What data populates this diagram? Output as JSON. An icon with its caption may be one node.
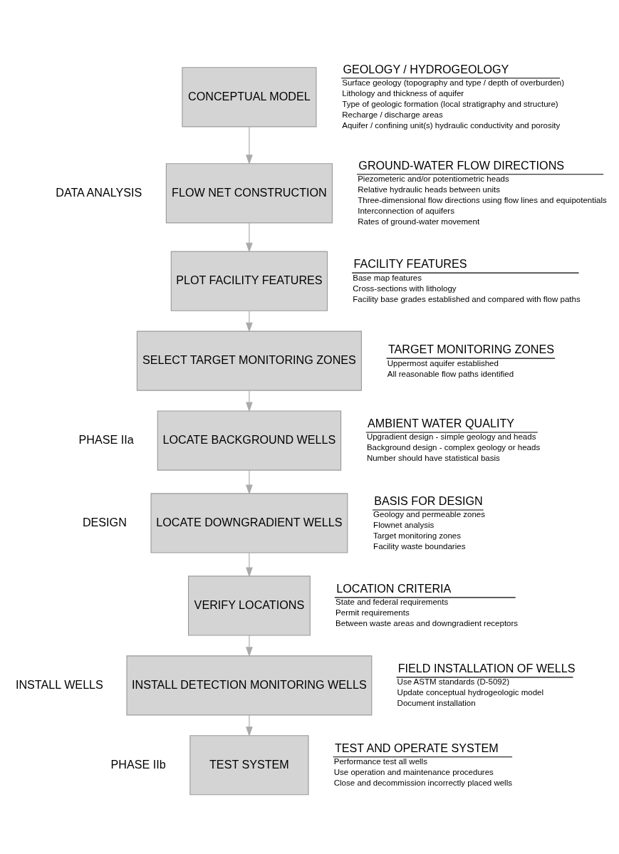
{
  "diagram": {
    "nodes": [
      {
        "text": [
          "CONCEPTUAL MODEL"
        ],
        "beside": [
          "GEOLOGY / HYDROGEOLOGY",
          "Surface geology (topography and type / depth of overburden)",
          "Lithology and thickness of aquifer",
          "Type of geologic formation (local stratigraphy and structure)",
          "Recharge / discharge areas",
          "Aquifer / confining unit(s) hydraulic conductivity and porosity"
        ]
      },
      {
        "text": [
          "FLOW NET CONSTRUCTION"
        ],
        "beside": [
          "GROUND-WATER FLOW DIRECTIONS",
          "Piezometeric and/or potentiometric heads",
          "Relative hydraulic heads between units",
          "Three-dimensional flow directions using flow lines and equipotentials",
          "Interconnection of aquifers",
          "Rates of ground-water movement"
        ]
      },
      {
        "text": [
          "PLOT FACILITY FEATURES"
        ],
        "beside": [
          "FACILITY FEATURES",
          "Base map features",
          "Cross-sections with lithology",
          "Facility base grades established and compared with flow paths"
        ]
      },
      {
        "text": [
          "SELECT TARGET MONITORING ZONES"
        ],
        "beside": [
          "TARGET MONITORING ZONES",
          "Uppermost aquifer established",
          "All reasonable flow paths identified"
        ]
      },
      {
        "text": [
          "LOCATE BACKGROUND WELLS"
        ],
        "beside": [
          "AMBIENT WATER QUALITY",
          "Upgradient design - simple geology and heads",
          "Background design - complex geology or heads",
          "Number should have statistical basis"
        ]
      },
      {
        "text": [
          "LOCATE DOWNGRADIENT WELLS"
        ],
        "beside": [
          "BASIS FOR DESIGN",
          "Geology and permeable zones",
          "Flownet analysis",
          "Target monitoring zones",
          "Facility waste boundaries"
        ]
      },
      {
        "text": [
          "VERIFY LOCATIONS"
        ],
        "beside": [
          "LOCATION CRITERIA",
          "State and federal requirements",
          "Permit requirements",
          "Between waste areas and downgradient receptors"
        ]
      },
      {
        "text": [
          "INSTALL DETECTION MONITORING WELLS"
        ],
        "beside": [
          "FIELD INSTALLATION OF WELLS",
          "Use ASTM standards (D-5092)",
          "Update conceptual hydrogeologic model",
          "Document installation"
        ]
      },
      {
        "text": [
          "TEST SYSTEM"
        ],
        "beside": [
          "TEST AND OPERATE SYSTEM",
          "Performance test all wells",
          "Use operation and maintenance procedures",
          "Close and decommission incorrectly placed wells"
        ]
      }
    ],
    "edges": [
      {
        "from": 0,
        "to": 1,
        "arrow": "to"
      },
      {
        "from": 1,
        "to": 2,
        "arrow": "to"
      },
      {
        "from": 2,
        "to": 3,
        "arrow": "to"
      },
      {
        "from": 3,
        "to": 4,
        "arrow": "to"
      },
      {
        "from": 4,
        "to": 5,
        "arrow": "to"
      },
      {
        "from": 5,
        "to": 6,
        "arrow": "to"
      },
      {
        "from": 6,
        "to": 7,
        "arrow": "to"
      },
      {
        "from": 7,
        "to": 8,
        "arrow": "to"
      }
    ],
    "labels": [
      "PHASE IIa",
      "PHASE IIb",
      "DATA ANALYSIS",
      "DESIGN",
      "INSTALL WELLS"
    ]
  }
}
